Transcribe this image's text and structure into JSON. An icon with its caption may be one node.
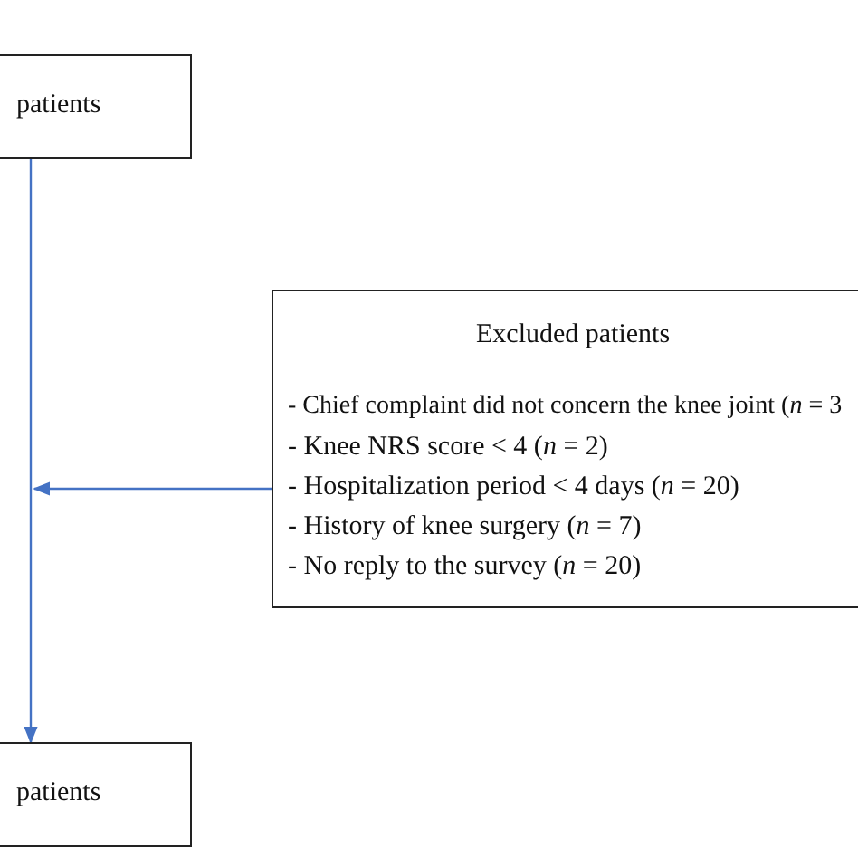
{
  "diagram": {
    "nodes": [
      {
        "text": [
          "patients"
        ]
      },
      {
        "text": [
          "Excluded patients",
          "- Chief complaint did not concern the knee joint (*n* = 3",
          "- Knee NRS score < 4 (*n* = 2)",
          "- Hospitalization period < 4 days (*n* = 20)",
          "- History of knee surgery (*n* = 7)",
          "- No reply to the survey (*n* = 20)"
        ]
      },
      {
        "text": [
          "patients"
        ]
      }
    ],
    "edges": [
      {
        "from": 0,
        "to": 2,
        "arrow": "to"
      },
      {
        "from": 1,
        "to": null,
        "arrow": "to"
      }
    ]
  }
}
